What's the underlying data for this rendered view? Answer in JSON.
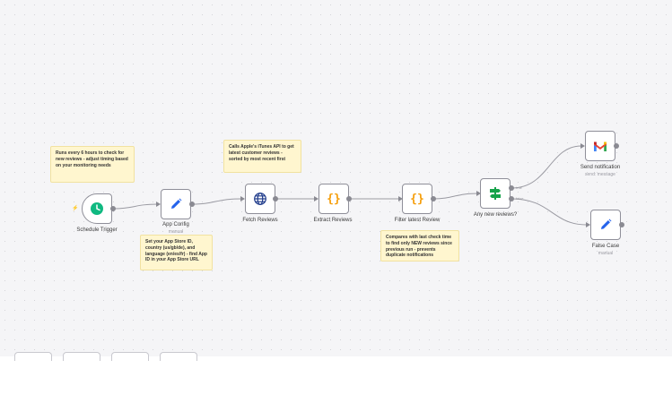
{
  "nodes": {
    "schedule_trigger": {
      "label": "Schedule Trigger"
    },
    "app_config": {
      "label": "App Config",
      "subtitle": "manual"
    },
    "fetch_reviews": {
      "label": "Fetch Reviews"
    },
    "extract_reviews": {
      "label": "Extract Reviews"
    },
    "filter_latest": {
      "label": "Filter latest Review"
    },
    "any_new_reviews": {
      "label": "Any new reviews?",
      "true_label": "true",
      "false_label": "false"
    },
    "send_notification": {
      "label": "Send notification",
      "subtitle": "send: message"
    },
    "false_case": {
      "label": "False Case",
      "subtitle": "manual"
    }
  },
  "notes": {
    "schedule": "Runs every 6 hours to check for new reviews - adjust timing based on your monitoring needs",
    "config": "Set your App Store ID, country (us/gb/de), and language (en/es/fr) - find App ID in your App Store URL",
    "itunes": "Calls Apple's iTunes API to get latest customer reviews - sorted by most recent first",
    "compare": "Compares with last check time to find only NEW reviews since previous run - prevents duplicate notifications"
  },
  "icons": {
    "trigger": "lightning-bolt-icon",
    "schedule": "clock-icon",
    "set": "pencil-icon",
    "http": "globe-icon",
    "code": "curly-braces-icon",
    "if": "signpost-icon",
    "gmail": "gmail-icon"
  },
  "colors": {
    "canvas_bg": "#f5f5f7",
    "sticky_bg": "#fff6cf",
    "node_border": "#8f8f99",
    "connection": "#9a9aa2",
    "schedule_green": "#10b981",
    "set_blue": "#2563eb",
    "http_navy": "#1e3a8a",
    "code_orange": "#f59e0b",
    "if_green": "#16a34a"
  },
  "toolbar": {
    "button_count": 4
  }
}
